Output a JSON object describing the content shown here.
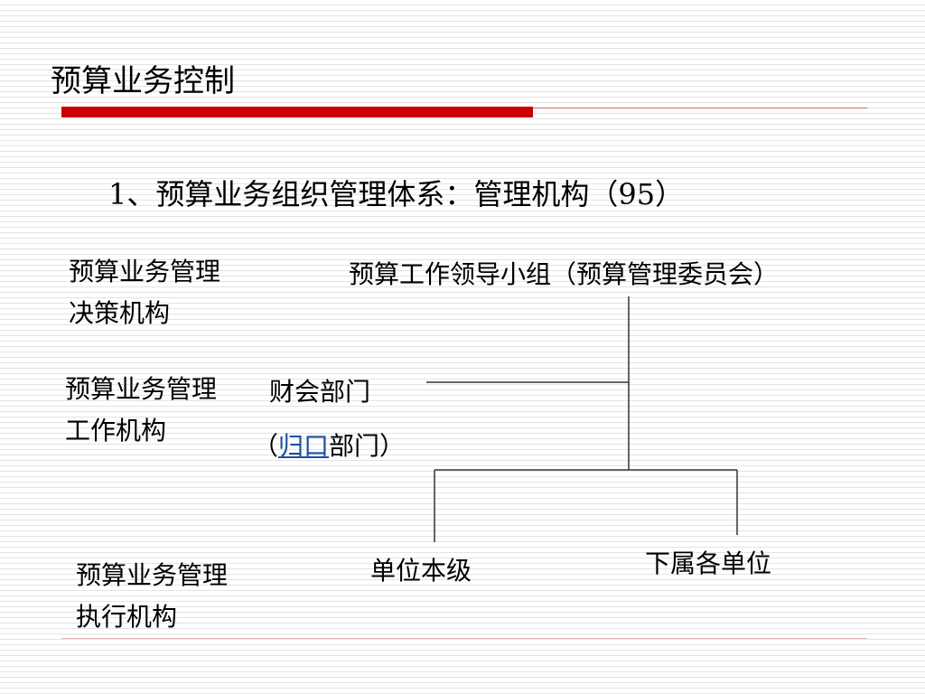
{
  "slide": {
    "title": "预算业务控制",
    "heading": "1、预算业务组织管理体系：管理机构（95）"
  },
  "levels": {
    "decision": "预算业务管理决策机构",
    "work": "预算业务管理工作机构",
    "execution": "预算业务管理执行机构"
  },
  "org": {
    "leader_group": "预算工作领导小组（预算管理委员会）",
    "finance_dept": "财会部门",
    "guikou_open": "（",
    "guikou_link": "归口",
    "guikou_rest": "部门）",
    "unit_self": "单位本级",
    "subordinates": "下属各单位"
  },
  "colors": {
    "accent_red": "#cc0000",
    "link_blue": "#1f4e9b"
  }
}
